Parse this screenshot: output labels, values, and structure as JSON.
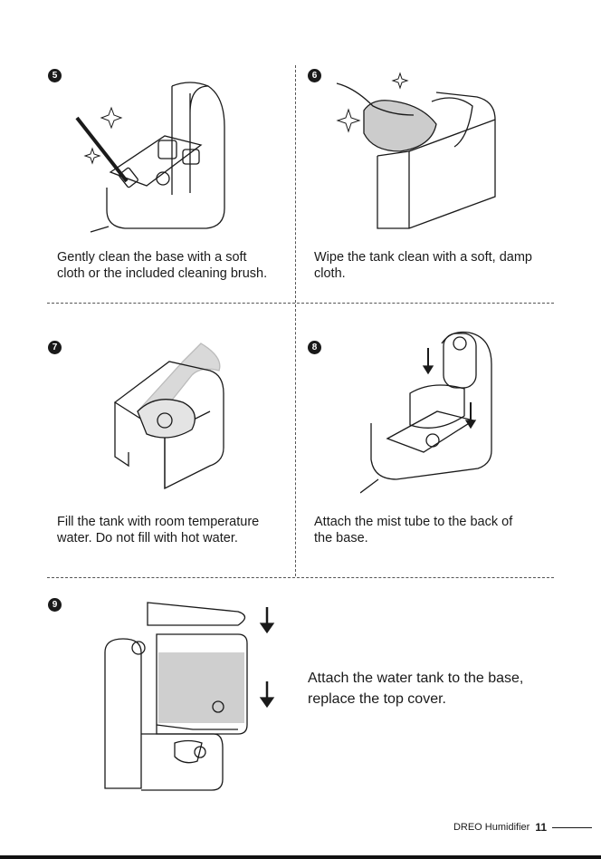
{
  "steps": [
    {
      "number": "5",
      "caption": "Gently clean the base with a soft\ncloth or the included cleaning brush."
    },
    {
      "number": "6",
      "caption": "Wipe the tank clean with a soft, damp\ncloth."
    },
    {
      "number": "7",
      "caption": "Fill the tank with room temperature\nwater. Do not fill with hot water."
    },
    {
      "number": "8",
      "caption": "Attach the mist tube to the back of\nthe base."
    },
    {
      "number": "9",
      "caption": "Attach the water tank to the base,\nreplace the top cover."
    }
  ],
  "footer": {
    "brand_text": "DREO Humidifier",
    "page_number": "11"
  },
  "colors": {
    "ink": "#1a1a1a",
    "water": "#d0d0d0",
    "background": "#ffffff"
  }
}
